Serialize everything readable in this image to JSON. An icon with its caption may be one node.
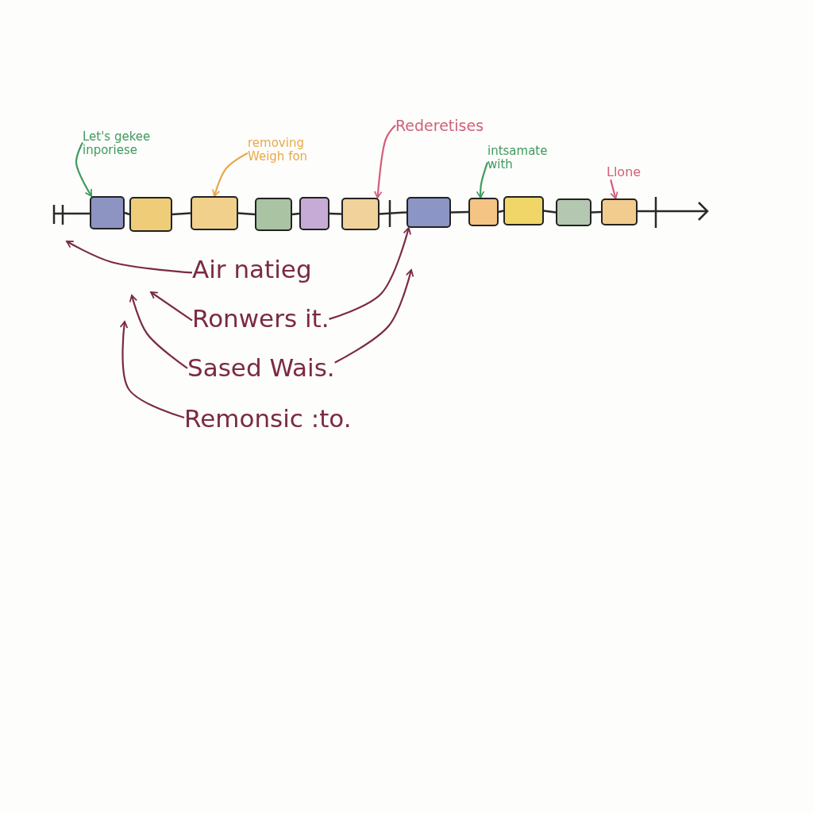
{
  "diagram": {
    "nodes": [
      {
        "text": [
          "Let's gekee inporiese"
        ]
      },
      {
        "text": [
          "removing Weigh fon"
        ]
      },
      {
        "text": [
          "Rederetises"
        ]
      },
      {
        "text": [
          "intsamate with"
        ]
      },
      {
        "text": [
          "Llone"
        ]
      },
      {
        "text": [
          "Air natieg"
        ]
      },
      {
        "text": [
          "Ronwers it."
        ]
      },
      {
        "text": [
          "Sased Wais."
        ]
      },
      {
        "text": [
          "Remonsic :to."
        ]
      },
      {
        "text": [],
        "shape": "box"
      },
      {
        "text": [],
        "shape": "box"
      },
      {
        "text": [],
        "shape": "box"
      },
      {
        "text": [],
        "shape": "box"
      },
      {
        "text": [],
        "shape": "box"
      },
      {
        "text": [],
        "shape": "box"
      },
      {
        "text": [],
        "shape": "box"
      },
      {
        "text": [],
        "shape": "box"
      },
      {
        "text": [],
        "shape": "box"
      },
      {
        "text": [],
        "shape": "box"
      },
      {
        "text": [],
        "shape": "box"
      }
    ],
    "edges": [
      {
        "from": 0,
        "to": 9,
        "arrow": "to",
        "color": "#3f9a5e"
      },
      {
        "from": 1,
        "to": 11,
        "arrow": "to",
        "color": "#e8a94c"
      },
      {
        "from": 2,
        "to": 14,
        "arrow": "to",
        "color": "#d0607a"
      },
      {
        "from": 3,
        "to": 16,
        "arrow": "to",
        "color": "#3f9a5e"
      },
      {
        "from": 4,
        "to": 19,
        "arrow": "to",
        "color": "#d0607a"
      },
      {
        "from": 5,
        "to": null,
        "arrow": "to",
        "color": "#7a2a45"
      },
      {
        "from": 6,
        "to": null,
        "arrow": "to",
        "color": "#7a2a45"
      },
      {
        "from": 6,
        "to": 15,
        "arrow": "to",
        "color": "#7a2a45"
      },
      {
        "from": 7,
        "to": null,
        "arrow": "to",
        "color": "#7a2a45"
      },
      {
        "from": 7,
        "to": null,
        "arrow": "to",
        "color": "#7a2a45"
      },
      {
        "from": 8,
        "to": null,
        "arrow": "to",
        "color": "#7a2a45"
      },
      {
        "from": 9,
        "to": 10,
        "arrow": "none"
      },
      {
        "from": 10,
        "to": 11,
        "arrow": "none"
      },
      {
        "from": 11,
        "to": 12,
        "arrow": "none"
      },
      {
        "from": 12,
        "to": 13,
        "arrow": "none"
      },
      {
        "from": 13,
        "to": 14,
        "arrow": "none"
      },
      {
        "from": 14,
        "to": 15,
        "arrow": "none"
      },
      {
        "from": 15,
        "to": 16,
        "arrow": "none"
      },
      {
        "from": 16,
        "to": 17,
        "arrow": "none"
      },
      {
        "from": 17,
        "to": 18,
        "arrow": "none"
      },
      {
        "from": 18,
        "to": 19,
        "arrow": "none"
      }
    ]
  }
}
